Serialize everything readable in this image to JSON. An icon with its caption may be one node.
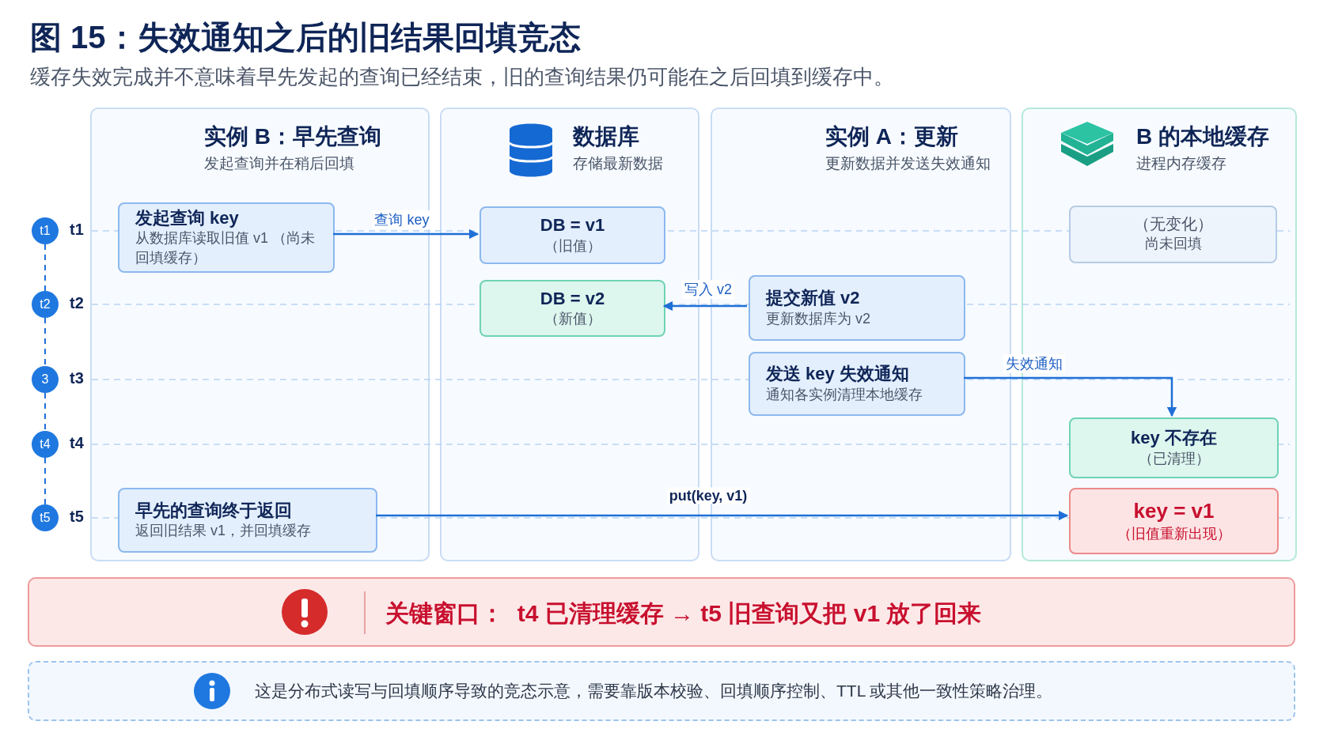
{
  "diagram": {
    "title": "图 15：失效通知之后的旧结果回填竞态",
    "nodes": [
      {
        "text": [
          "实例 B：早先查询",
          "发起查询并在稍后回填"
        ]
      },
      {
        "text": [
          "数据库",
          "存储最新数据"
        ]
      },
      {
        "text": [
          "实例 A：更新",
          "更新数据并发送失效通知"
        ]
      },
      {
        "text": [
          "B 的本地缓存",
          "进程内存缓存"
        ]
      },
      {
        "text": [
          "发起查询 key",
          "从数据库读取旧值 v1 （尚未回填缓存）"
        ],
        "in": 0
      },
      {
        "text": [
          "DB = v1",
          "（旧值）"
        ],
        "in": 1
      },
      {
        "text": [
          "DB = v2",
          "（新值）"
        ],
        "in": 1
      },
      {
        "text": [
          "提交新值 v2",
          "更新数据库为 v2"
        ],
        "in": 2
      },
      {
        "text": [
          "发送 key 失效通知",
          "通知各实例清理本地缓存"
        ],
        "in": 2
      },
      {
        "text": [
          "（无变化）",
          "尚未回填"
        ],
        "in": 3
      },
      {
        "text": [
          "key 不存在",
          "（已清理）"
        ],
        "in": 3
      },
      {
        "text": [
          "key = v1",
          "（旧值重新出现）"
        ],
        "in": 3
      },
      {
        "text": [
          "早先的查询终于返回",
          "返回旧结果 v1，并回填缓存"
        ],
        "in": 0
      },
      {
        "text": [
          "关键窗口：  t4 已清理缓存 → t5 旧查询又把 v1 放了回来"
        ]
      },
      {
        "text": [
          "这是分布式读写与回填顺序导致的竞态示意，需要靠版本校验、回填顺序控制、TTL 或其他一致性策略治理。"
        ]
      },
      {
        "text": [
          "t1"
        ],
        "beside": [
          "t1"
        ]
      },
      {
        "text": [
          "t2"
        ],
        "beside": [
          "t2"
        ]
      },
      {
        "text": [
          "3"
        ],
        "beside": [
          "t3"
        ]
      },
      {
        "text": [
          "t4"
        ],
        "beside": [
          "t4"
        ]
      },
      {
        "text": [
          "t5"
        ],
        "beside": [
          "t5"
        ]
      }
    ],
    "edges": [
      {
        "from": 4,
        "to": 5,
        "arrow": "to",
        "label": "查询 key"
      },
      {
        "from": 7,
        "to": 6,
        "arrow": "to",
        "label": "写入 v2"
      },
      {
        "from": 8,
        "to": 10,
        "arrow": "to",
        "label": "失效通知"
      },
      {
        "from": 12,
        "to": 11,
        "arrow": "to",
        "label": "put(key, v1)"
      },
      {
        "from": 15,
        "to": 16,
        "arrow": "none",
        "style": "dashed"
      },
      {
        "from": 16,
        "to": 17,
        "arrow": "none",
        "style": "dashed"
      },
      {
        "from": 17,
        "to": 18,
        "arrow": "none",
        "style": "dashed"
      },
      {
        "from": 18,
        "to": 19,
        "arrow": "none",
        "style": "dashed"
      }
    ],
    "labels": [
      "缓存失效完成并不意味着早先发起的查询已经结束，旧的查询结果仍可能在之后回填到缓存中。"
    ]
  }
}
